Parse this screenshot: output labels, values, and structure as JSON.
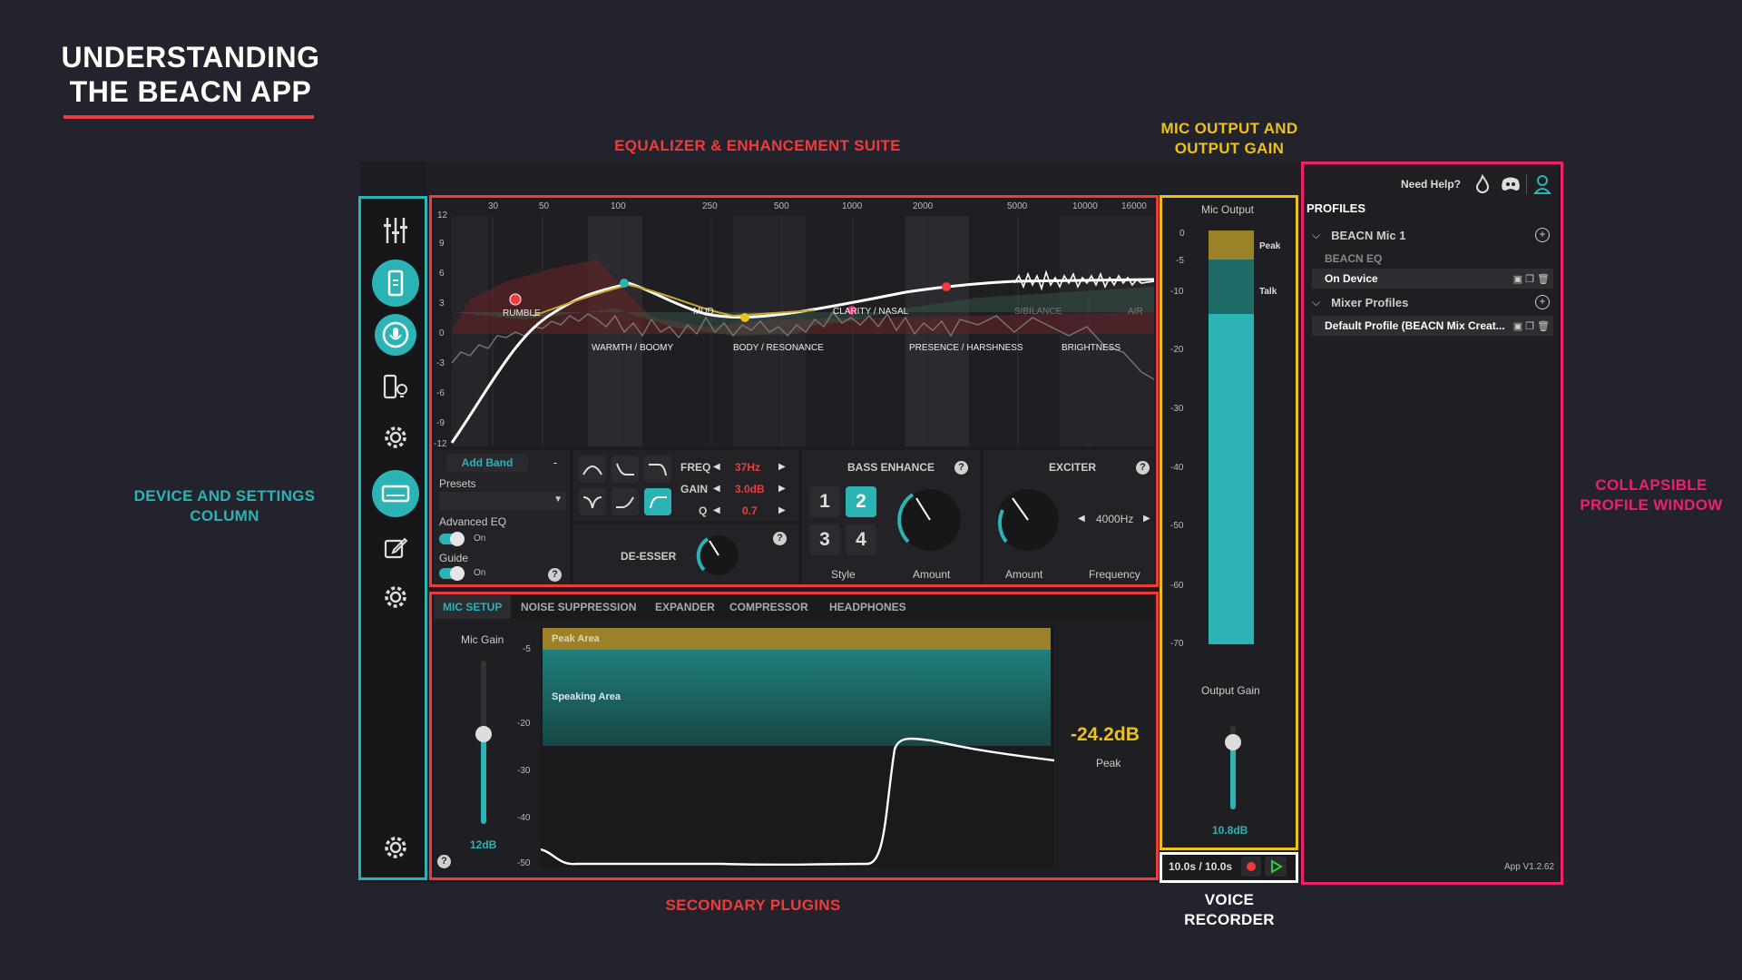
{
  "page": {
    "heading_line1": "UNDERSTANDING",
    "heading_line2": "THE BEACN APP",
    "accent": "#ee3b3b"
  },
  "annotations": {
    "eq_suite": "EQUALIZER & ENHANCEMENT SUITE",
    "mic_output_line1": "MIC OUTPUT AND",
    "mic_output_line2": "OUTPUT GAIN",
    "device_column_line1": "DEVICE AND SETTINGS",
    "device_column_line2": "COLUMN",
    "profile_window_line1": "COLLAPSIBLE",
    "profile_window_line2": "PROFILE WINDOW",
    "secondary_plugins": "SECONDARY PLUGINS",
    "voice_recorder_line1": "VOICE",
    "voice_recorder_line2": "RECORDER",
    "colors": {
      "red": "#ee3b3b",
      "teal": "#2bb3b6",
      "yellow": "#ecc11b",
      "pink": "#f01f6e"
    }
  },
  "sidebar": {
    "icons": [
      "faders-icon",
      "device-icon",
      "mic-settings-icon",
      "device-lightbulb-icon",
      "gear-icon",
      "mixer-device-icon",
      "edit-icon",
      "gear-icon",
      "settings-gear-icon"
    ]
  },
  "eq": {
    "freq_labels": [
      "30",
      "50",
      "100",
      "250",
      "500",
      "1000",
      "2000",
      "5000",
      "10000",
      "16000"
    ],
    "gain_labels": [
      "12",
      "9",
      "6",
      "3",
      "0",
      "-3",
      "-6",
      "-9",
      "-12"
    ],
    "region_labels": {
      "rumble": "RUMBLE",
      "mud": "MUD",
      "clarity": "CLARITY / NASAL",
      "warmth": "WARMTH / BOOMY",
      "body": "BODY / RESONANCE",
      "presence": "PRESENCE / HARSHNESS",
      "brightness": "BRIGHTNESS",
      "sibilance": "SIBILANCE",
      "air": "AIR"
    },
    "add_band": "Add Band",
    "minus": "-",
    "presets_label": "Presets",
    "advanced_eq_label": "Advanced EQ",
    "advanced_eq_state": "On",
    "guide_label": "Guide",
    "guide_state": "On",
    "freq_label": "FREQ",
    "freq_value": "37Hz",
    "gain_label": "GAIN",
    "gain_value": "3.0dB",
    "q_label": "Q",
    "q_value": "0.7"
  },
  "deesser": {
    "label": "DE-ESSER"
  },
  "bass_enhance": {
    "title": "BASS ENHANCE",
    "styles": [
      "1",
      "2",
      "3",
      "4"
    ],
    "selected": "2",
    "style_label": "Style",
    "amount_label": "Amount"
  },
  "exciter": {
    "title": "EXCITER",
    "amount_label": "Amount",
    "frequency_value": "4000Hz",
    "frequency_label": "Frequency"
  },
  "secondary": {
    "tabs": [
      "MIC SETUP",
      "NOISE SUPPRESSION",
      "EXPANDER",
      "COMPRESSOR",
      "HEADPHONES"
    ],
    "active_tab": "MIC SETUP",
    "mic_gain_label": "Mic Gain",
    "mic_gain_value": "12dB",
    "mic_gain_level": 0.55,
    "scale": [
      "-5",
      "-20",
      "-30",
      "-40",
      "-50"
    ],
    "peak_area": "Peak Area",
    "speaking_area": "Speaking Area",
    "peak_readout": "-24.2dB",
    "peak_label": "Peak"
  },
  "mic_output": {
    "title": "Mic Output",
    "scale": [
      "0",
      "-5",
      "-10",
      "-20",
      "-30",
      "-40",
      "-50",
      "-60",
      "-70"
    ],
    "peak_label": "Peak",
    "talk_label": "Talk",
    "output_gain_label": "Output Gain",
    "output_gain_value": "10.8dB",
    "output_gain_level": 0.8
  },
  "recorder": {
    "time": "10.0s / 10.0s",
    "record_color": "#ee3b3b",
    "play_color": "#2ecc40"
  },
  "profiles": {
    "need_help": "Need Help?",
    "icons": [
      "fire-icon",
      "discord-icon",
      "user-icon"
    ],
    "title": "PROFILES",
    "device_group": "BEACN Mic 1",
    "device_sub": "BEACN EQ",
    "device_item": "On Device",
    "mixer_group": "Mixer Profiles",
    "mixer_item": "Default Profile (BEACN Mix Creat...",
    "version": "App V1.2.62"
  }
}
